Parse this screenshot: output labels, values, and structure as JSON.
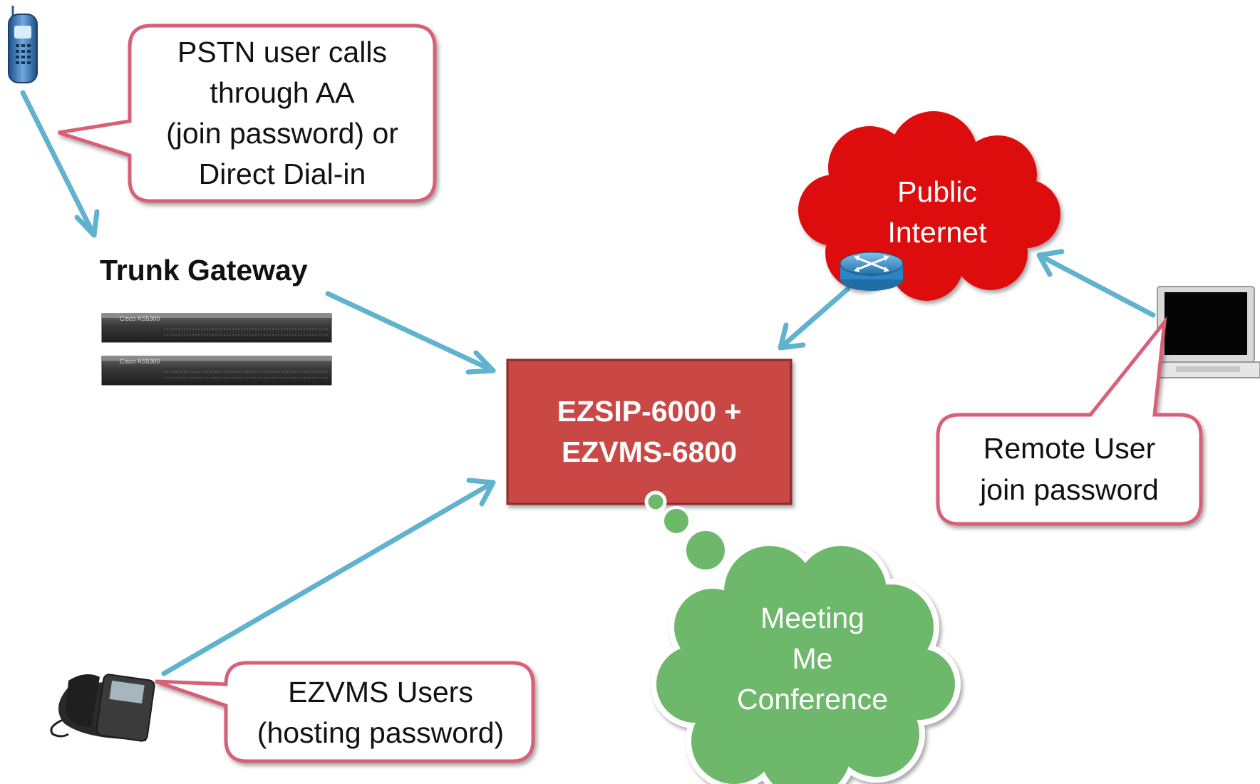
{
  "callouts": {
    "pstn_line1": "PSTN user calls",
    "pstn_line2": "through AA",
    "pstn_line3": "(join password) or",
    "pstn_line4": "Direct Dial-in",
    "remote_line1": "Remote User",
    "remote_line2": "join password",
    "ezvms_line1": "EZVMS Users",
    "ezvms_line2": "(hosting password)"
  },
  "nodes": {
    "trunk_gateway": "Trunk Gateway",
    "server_line1": "EZSIP-6000 +",
    "server_line2": "EZVMS-6800",
    "internet_line1": "Public",
    "internet_line2": "Internet",
    "conference_line1": "Meeting",
    "conference_line2": "Me",
    "conference_line3": "Conference",
    "gateway_device_brand": "Cisco AS5300"
  },
  "icons": {
    "phone": "mobile-phone-icon",
    "gateway": "rack-gateway-icon",
    "router": "router-icon",
    "laptop": "laptop-icon",
    "desk_phone": "desk-phone-icon"
  },
  "colors": {
    "arrow": "#5fb3cf",
    "callout_border": "#d95f76",
    "server_fill": "#c94645",
    "cloud_red": "#dd1010",
    "cloud_green": "#6db86b"
  }
}
